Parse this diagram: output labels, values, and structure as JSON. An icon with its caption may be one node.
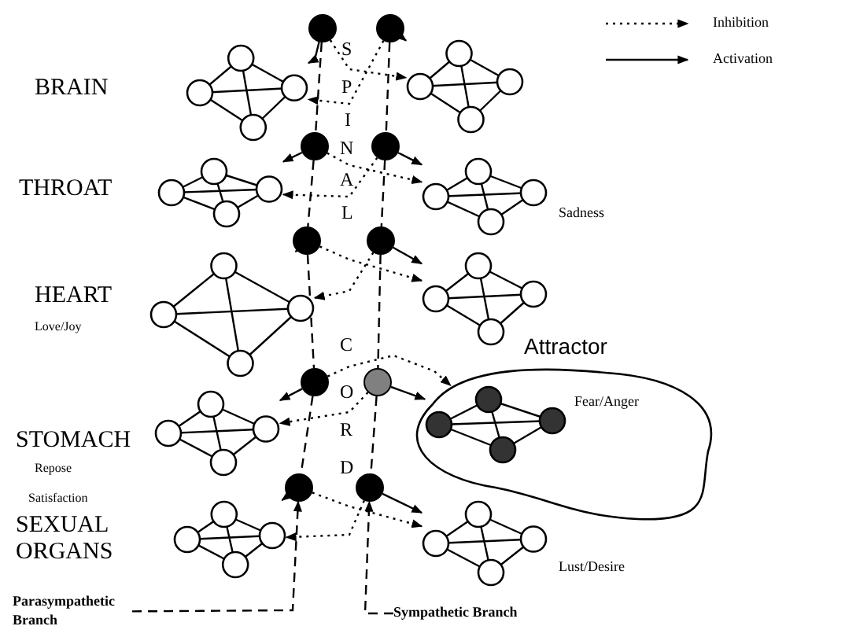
{
  "diagram": {
    "nodes": [
      {
        "text": [],
        "shape": "network"
      },
      {
        "text": [],
        "shape": "network"
      },
      {
        "text": [],
        "shape": "network"
      },
      {
        "text": [],
        "shape": "network",
        "beside": [
          "Sadness"
        ]
      },
      {
        "text": [],
        "shape": "network"
      },
      {
        "text": [],
        "shape": "network"
      },
      {
        "text": [],
        "shape": "network"
      },
      {
        "text": [
          "Attractor"
        ]
      },
      {
        "text": [],
        "shape": "network",
        "in": 7,
        "beside": [
          "Fear/Anger"
        ]
      },
      {
        "text": [],
        "shape": "network"
      },
      {
        "text": [],
        "shape": "network",
        "beside": [
          "Lust/Desire"
        ]
      },
      {
        "text": [],
        "shape": "circle"
      },
      {
        "text": [],
        "shape": "circle"
      },
      {
        "text": [],
        "shape": "circle"
      },
      {
        "text": [],
        "shape": "circle"
      },
      {
        "text": [],
        "shape": "circle"
      },
      {
        "text": [],
        "shape": "circle"
      },
      {
        "text": [],
        "shape": "circle"
      },
      {
        "text": [],
        "shape": "circle"
      },
      {
        "text": [],
        "shape": "circle"
      },
      {
        "text": [],
        "shape": "circle"
      },
      {
        "text": [
          "Parasympathetic Branch"
        ]
      },
      {
        "text": [
          "Sympathetic Branch"
        ]
      }
    ],
    "edges": [
      {
        "from": 11,
        "to": 0,
        "arrow": "to"
      },
      {
        "from": 16,
        "to": 1,
        "arrow": "to"
      },
      {
        "from": 11,
        "to": 1,
        "arrow": "to",
        "style": "dashed"
      },
      {
        "from": 16,
        "to": 0,
        "arrow": "to",
        "style": "dashed"
      },
      {
        "from": 12,
        "to": 2,
        "arrow": "to"
      },
      {
        "from": 17,
        "to": 3,
        "arrow": "to"
      },
      {
        "from": 12,
        "to": 3,
        "arrow": "to",
        "style": "dashed"
      },
      {
        "from": 17,
        "to": 2,
        "arrow": "to",
        "style": "dashed"
      },
      {
        "from": 13,
        "to": 4,
        "arrow": "to"
      },
      {
        "from": 18,
        "to": 5,
        "arrow": "to"
      },
      {
        "from": 13,
        "to": 5,
        "arrow": "to",
        "style": "dashed"
      },
      {
        "from": 18,
        "to": 4,
        "arrow": "to",
        "style": "dashed"
      },
      {
        "from": 14,
        "to": 6,
        "arrow": "to"
      },
      {
        "from": 19,
        "to": 8,
        "arrow": "to"
      },
      {
        "from": 14,
        "to": 8,
        "arrow": "to",
        "style": "dashed"
      },
      {
        "from": 19,
        "to": 6,
        "arrow": "to",
        "style": "dashed"
      },
      {
        "from": 15,
        "to": 9,
        "arrow": "to"
      },
      {
        "from": 20,
        "to": 10,
        "arrow": "to"
      },
      {
        "from": 15,
        "to": 10,
        "arrow": "to",
        "style": "dashed"
      },
      {
        "from": 20,
        "to": 9,
        "arrow": "to",
        "style": "dashed"
      },
      {
        "from": 11,
        "to": 12,
        "arrow": "none",
        "style": "dashed"
      },
      {
        "from": 12,
        "to": 13,
        "arrow": "none",
        "style": "dashed"
      },
      {
        "from": 13,
        "to": 14,
        "arrow": "none",
        "style": "dashed"
      },
      {
        "from": 14,
        "to": 15,
        "arrow": "none",
        "style": "dashed"
      },
      {
        "from": 16,
        "to": 17,
        "arrow": "none",
        "style": "dashed"
      },
      {
        "from": 17,
        "to": 18,
        "arrow": "none",
        "style": "dashed"
      },
      {
        "from": 18,
        "to": 19,
        "arrow": "none",
        "style": "dashed"
      },
      {
        "from": 19,
        "to": 20,
        "arrow": "none",
        "style": "dashed"
      },
      {
        "from": 21,
        "to": 15,
        "arrow": "to",
        "style": "dashed"
      },
      {
        "from": 22,
        "to": 20,
        "arrow": "to",
        "style": "dashed"
      }
    ],
    "labels": [
      "BRAIN",
      "S",
      "P",
      "I",
      "THROAT",
      "N",
      "A",
      "L",
      "HEART",
      "Love/Joy",
      "C",
      "O",
      "R",
      "STOMACH",
      "Repose",
      "D",
      "Satisfaction",
      "SEXUAL ORGANS"
    ],
    "legend": [
      {
        "text": "Inhibition"
      },
      {
        "text": "Activation"
      }
    ]
  }
}
